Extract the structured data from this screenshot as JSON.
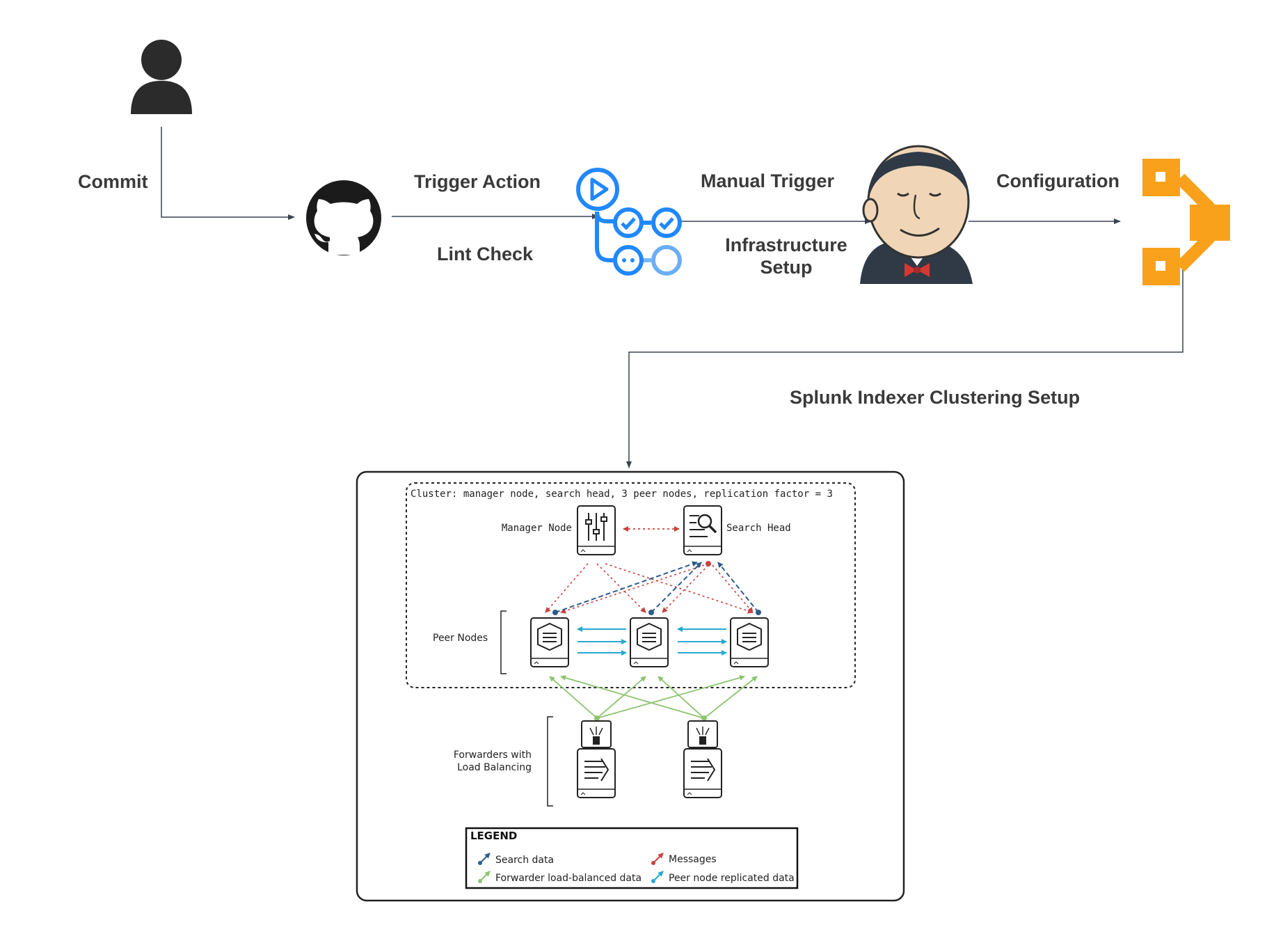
{
  "flow": {
    "commit": "Commit",
    "trigger_action": "Trigger Action",
    "lint_check": "Lint Check",
    "manual_trigger": "Manual Trigger",
    "infrastructure_1": "Infrastructure",
    "infrastructure_2": "Setup",
    "configuration": "Configuration",
    "splunk_setup": "Splunk Indexer Clustering Setup"
  },
  "cluster": {
    "title": "Cluster: manager node, search head, 3 peer nodes, replication factor = 3",
    "manager_node": "Manager Node",
    "search_head": "Search Head",
    "peer_nodes": "Peer Nodes",
    "forwarders_1": "Forwarders with",
    "forwarders_2": "Load Balancing"
  },
  "legend": {
    "title": "LEGEND",
    "search_data": "Search data",
    "messages": "Messages",
    "forwarder_data": "Forwarder load-balanced data",
    "peer_replicated": "Peer node replicated data"
  },
  "colors": {
    "actions_blue": "#2088ff",
    "ansible_orange": "#f9a11b",
    "search_blue": "#2d5b8c",
    "message_red": "#c9413f",
    "forwarder_green": "#8cc46f",
    "replication_cyan": "#26a9d1"
  },
  "icons": [
    "user-icon",
    "github-icon",
    "github-actions-icon",
    "jenkins-icon",
    "ansible-tower-icon"
  ]
}
